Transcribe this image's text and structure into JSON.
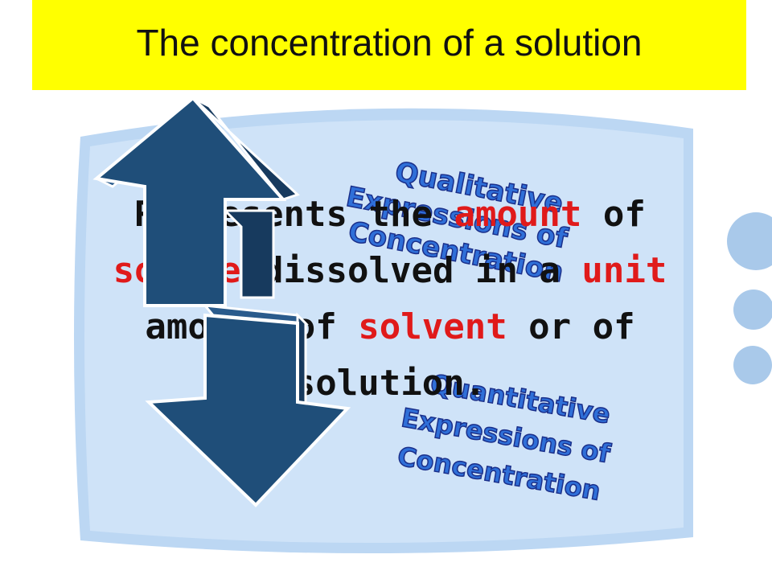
{
  "slide": {
    "title": "The concentration of a solution",
    "body_prefix": "Represents the ",
    "body_amount": "amount",
    "body_of": " of ",
    "body_solute": "solute",
    "body_dissolved": " dissolved in a ",
    "body_unit": "unit",
    "body_amount_of": " amount of ",
    "body_solvent": "solvent",
    "body_or": " or of solution."
  },
  "wordart": {
    "qualitative": {
      "line1": "Qualitative",
      "line2": "Expressions of",
      "line3": "Concentration"
    },
    "quantitative": {
      "line1": "Quantitative",
      "line2": "Expressions of",
      "line3": "Concentration"
    }
  },
  "colors": {
    "banner": "#ffff00",
    "panel": "#bcd7f3",
    "arrow": "#1f4e79",
    "highlight": "#e01a1a",
    "wordart": "#2f6fd8"
  },
  "icons": {
    "up_arrow": "arrow-up-icon",
    "down_arrow": "arrow-down-icon"
  }
}
